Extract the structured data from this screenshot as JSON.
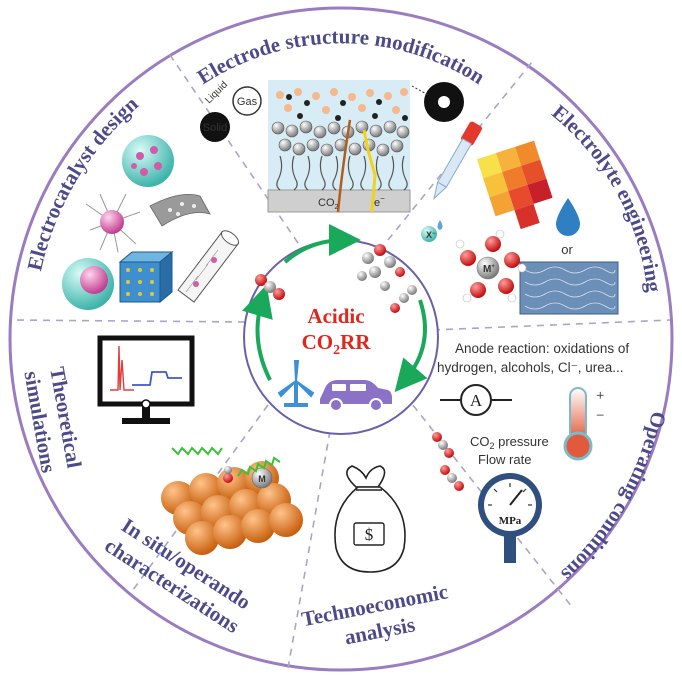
{
  "center": {
    "line1": "Acidic",
    "line2_main": "CO",
    "line2_sub": "2",
    "line2_tail": "RR",
    "color": "#e0261d"
  },
  "sectors": {
    "electrode": "Electrode structure modification",
    "electrolyte": "Electrolyte engineering",
    "operating": "Operating conditions",
    "technoeconomic_1": "Technoeconomic",
    "technoeconomic_2": "analysis",
    "insitu_1": "In situ/operando",
    "insitu_2": "characterizations",
    "theoretical_1": "Theoretical",
    "theoretical_2": "simulations",
    "electrocatalyst": "Electrocatalyst design"
  },
  "electrode_labels": {
    "liquid": "Liquid",
    "gas": "Gas",
    "solid": "Solid",
    "co2": "CO",
    "co2_sub": "2",
    "electron": "e",
    "electron_sup": "−"
  },
  "electrolyte_labels": {
    "anion": "X",
    "anion_sup": "−",
    "cation": "M",
    "cation_sup": "+",
    "or": "or"
  },
  "operating_labels": {
    "anode_line1": "Anode reaction: oxidations of",
    "anode_line2": "hydrogen, alcohols, Cl⁻, urea...",
    "ammeter": "A",
    "pressure_main": "CO",
    "pressure_sub": "2",
    "pressure_tail": " pressure",
    "flow": "Flow rate",
    "gauge": "MPa",
    "plus": "+",
    "minus": "−"
  },
  "technoeconomic_labels": {
    "dollar": "$"
  },
  "insitu_labels": {
    "metal": "M"
  },
  "colors": {
    "sector_title": "#4d4a8a",
    "outer_ring": "#9b7cc0",
    "divider": "#a9a5c9",
    "cycle_arrow": "#1aa85a",
    "car": "#8c72c6",
    "turbine": "#3d8fd6",
    "sphere": "#f08a2c"
  }
}
